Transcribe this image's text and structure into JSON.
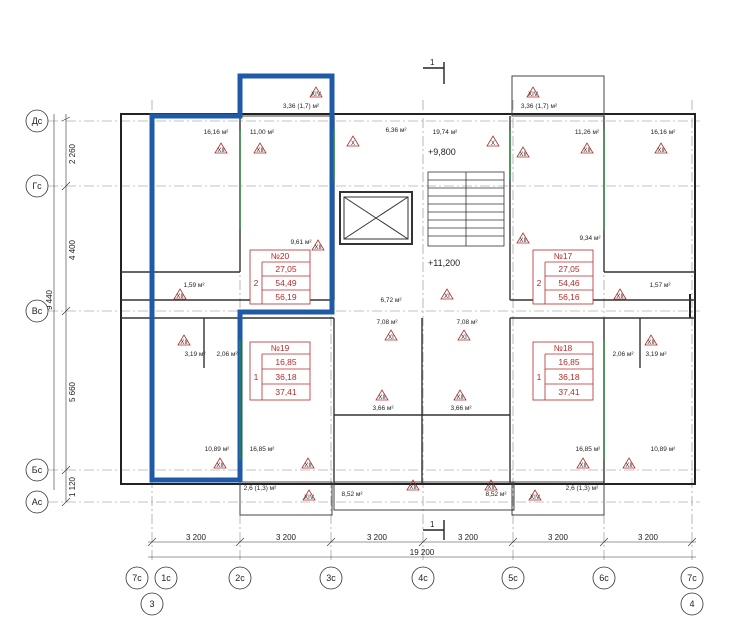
{
  "plan": {
    "axes_h": [
      "Дс",
      "Гс",
      "Вс",
      "Бс",
      "Ас"
    ],
    "axes_v": [
      "7с",
      "1с",
      "2с",
      "3с",
      "4с",
      "5с",
      "6с",
      "7с"
    ],
    "circle_marks": [
      "3",
      "4"
    ],
    "dims_bottom": [
      "3 200",
      "3 200",
      "3 200",
      "3 200",
      "3 200",
      "3 200"
    ],
    "dim_total": "19 200",
    "dims_left": [
      "2 260",
      "4 400",
      "5 660",
      "1 120"
    ],
    "dim_left_total": "9 440",
    "elevations": [
      "+9,800",
      "+11,200"
    ],
    "section_mark": "1",
    "apartments": [
      {
        "num": "№20",
        "rooms": "2",
        "areas": [
          "27,05",
          "54,49",
          "56,19"
        ]
      },
      {
        "num": "№17",
        "rooms": "2",
        "areas": [
          "27,05",
          "54,46",
          "56,16"
        ]
      },
      {
        "num": "№19",
        "rooms": "1",
        "areas": [
          "16,85",
          "36,18",
          "37,41"
        ]
      },
      {
        "num": "№18",
        "rooms": "1",
        "areas": [
          "16,85",
          "36,18",
          "37,41"
        ]
      }
    ],
    "room_areas": [
      "16,16 м²",
      "11,00 м²",
      "3,36 (1,7) м²",
      "6,36 м²",
      "19,74 м²",
      "3,36 (1,7) м²",
      "11,26 м²",
      "16,16 м²",
      "9,61 м²",
      "9,34 м²",
      "1,59 м²",
      "1,57 м²",
      "6,72 м²",
      "7,08 м²",
      "7,08 м²",
      "3,19 м²",
      "2,06 м²",
      "2,06 м²",
      "3,19 м²",
      "3,66 м²",
      "3,66 м²",
      "10,89 м²",
      "16,85 м²",
      "16,85 м²",
      "10,89 м²",
      "2,6 (1,3) м²",
      "8,52 м²",
      "8,52 м²",
      "2,6 (1,3) м²"
    ],
    "zones": [
      "XII",
      "XIV",
      "X",
      "XI"
    ]
  }
}
